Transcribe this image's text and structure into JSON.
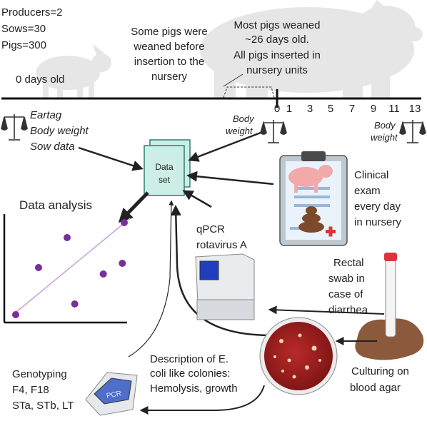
{
  "farm": {
    "lines": [
      "Producers=2",
      "Sows=30",
      "Pigs=300"
    ]
  },
  "timeline": {
    "start_label": "0 days old",
    "some_weaned": [
      "Some pigs were",
      "weaned before",
      "insertion to the",
      "nursery"
    ],
    "most_weaned": [
      "Most pigs weaned",
      "~26 days old.",
      "All pigs inserted in",
      "nursery units"
    ],
    "ticks": [
      "0",
      "1",
      "3",
      "5",
      "7",
      "9",
      "11",
      "13"
    ]
  },
  "left_measures": [
    "Eartag",
    "Body weight",
    "Sow data"
  ],
  "body_weight_mid": [
    "Body",
    "weight"
  ],
  "body_weight_right": [
    "Body",
    "weight"
  ],
  "dataset": [
    "Data",
    "set"
  ],
  "clinical_exam": [
    "Clinical",
    "exam",
    "every day",
    "in nursery"
  ],
  "analysis": {
    "title": "Data analysis",
    "points": [
      {
        "x": 0.0,
        "y": 0.0
      },
      {
        "x": 0.12,
        "y": 0.44
      },
      {
        "x": 0.27,
        "y": 0.72
      },
      {
        "x": 0.31,
        "y": 0.1
      },
      {
        "x": 0.46,
        "y": 0.38
      },
      {
        "x": 0.56,
        "y": 0.48
      },
      {
        "x": 0.57,
        "y": 0.86
      }
    ],
    "trend": {
      "x": [
        0.0,
        0.6
      ],
      "y": [
        0.02,
        0.9
      ]
    },
    "point_color": "#7b2d9b",
    "trend_color": "#c9a0dc"
  },
  "qpcr": [
    "qPCR",
    "rotavirus A"
  ],
  "rectal_swab": [
    "Rectal",
    "swab in",
    "case of",
    "diarrhea"
  ],
  "culturing": [
    "Culturing on",
    "blood agar"
  ],
  "description": [
    "Description of E.",
    "coli like colonies:",
    "Hemolysis, growth"
  ],
  "genotyping": [
    "Genotyping",
    "F4, F18",
    "STa, STb, LT"
  ],
  "pcr_device_label": "PCR",
  "colors": {
    "pig_shade": "#e6e6e6",
    "dataset_fill": "#cdeee6",
    "dataset_stroke": "#2f7f73",
    "agar": "#9c1c1c",
    "diarrhea": "#8b5a3c"
  }
}
